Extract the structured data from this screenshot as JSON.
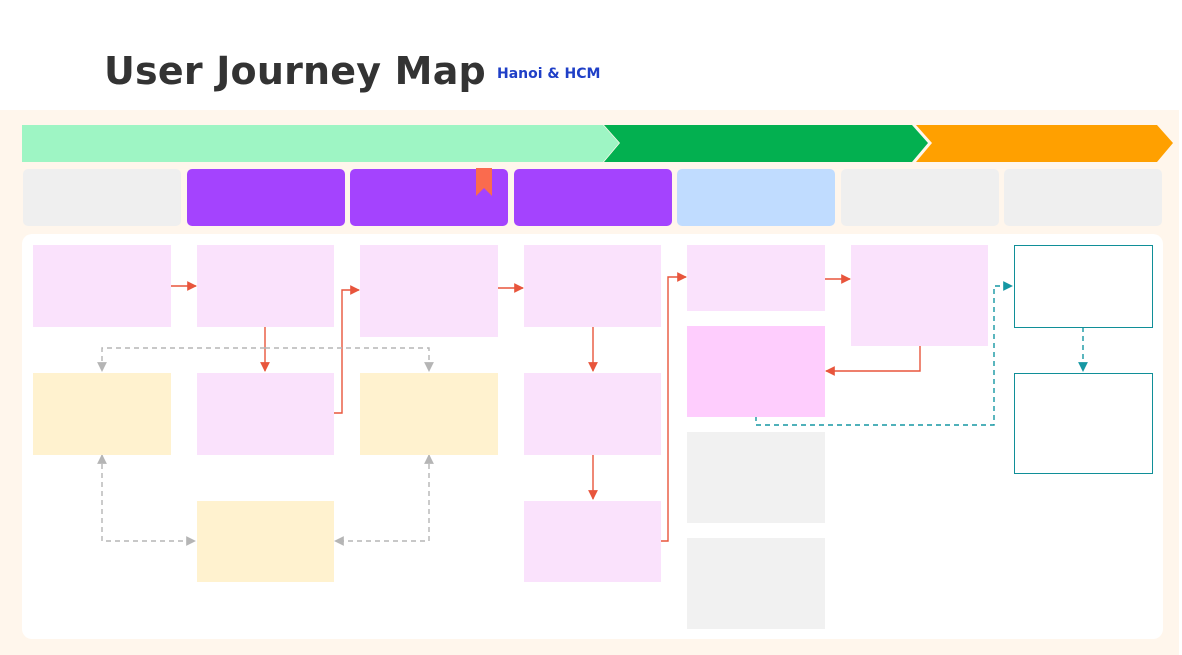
{
  "page": {
    "title": "User Journey Map",
    "subtitle": "Hanoi & HCM"
  },
  "colors": {
    "title": "#333333",
    "subtitle": "#1f3fc7",
    "board_background": "#fff6ec",
    "canvas": "#ffffff",
    "stage_1": "#9ef5c4",
    "stage_2": "#03b050",
    "stage_3": "#ffa000",
    "header_gray": "#efefef",
    "header_purple": "#a443fe",
    "header_blue": "#c0dcff",
    "note_pink": "#fae2fc",
    "note_magenta": "#fecdfd",
    "note_yellow": "#fff2cf",
    "note_gray": "#f1f1f1",
    "note_teal_border": "#108f98",
    "arrow_red": "#e8553c",
    "arrow_gray": "#b5b5b5",
    "arrow_teal": "#1597a3",
    "bookmark": "#fa6b4e"
  },
  "stages": [
    {
      "id": "stage-1",
      "color": "stage_1"
    },
    {
      "id": "stage-2",
      "color": "stage_2"
    },
    {
      "id": "stage-3",
      "color": "stage_3"
    }
  ],
  "header_cells": [
    {
      "id": "header-cell-1",
      "color": "header_gray"
    },
    {
      "id": "header-cell-2",
      "color": "header_purple"
    },
    {
      "id": "header-cell-3",
      "color": "header_purple",
      "icon": "bookmark-icon"
    },
    {
      "id": "header-cell-4",
      "color": "header_purple"
    },
    {
      "id": "header-cell-5",
      "color": "header_blue"
    },
    {
      "id": "header-cell-6",
      "color": "header_gray"
    },
    {
      "id": "header-cell-7",
      "color": "header_gray"
    }
  ],
  "notes": [
    {
      "id": "note-c1-r1",
      "color": "note_pink"
    },
    {
      "id": "note-c2-r1",
      "color": "note_pink"
    },
    {
      "id": "note-c3-r1",
      "color": "note_pink"
    },
    {
      "id": "note-c4-r1",
      "color": "note_pink"
    },
    {
      "id": "note-c5-r1",
      "color": "note_pink"
    },
    {
      "id": "note-c6-r1",
      "color": "note_pink"
    },
    {
      "id": "note-c7-r1",
      "color": "outline_teal"
    },
    {
      "id": "note-c1-r2",
      "color": "note_yellow"
    },
    {
      "id": "note-c2-r2",
      "color": "note_pink"
    },
    {
      "id": "note-c3-r2",
      "color": "note_yellow"
    },
    {
      "id": "note-c4-r2",
      "color": "note_pink"
    },
    {
      "id": "note-c5-r2",
      "color": "note_magenta"
    },
    {
      "id": "note-c7-r2",
      "color": "outline_teal"
    },
    {
      "id": "note-c5-r3",
      "color": "note_gray"
    },
    {
      "id": "note-c2-r3",
      "color": "note_yellow"
    },
    {
      "id": "note-c4-r3",
      "color": "note_pink"
    },
    {
      "id": "note-c5-r4",
      "color": "note_gray"
    }
  ],
  "connectors": [
    {
      "from": "note-c1-r1",
      "to": "note-c2-r1",
      "style": "solid",
      "color": "arrow_red"
    },
    {
      "from": "note-c2-r1",
      "to": "note-c2-r2",
      "style": "solid",
      "color": "arrow_red"
    },
    {
      "from": "note-c2-r2",
      "to": "note-c3-r1",
      "style": "solid",
      "color": "arrow_red"
    },
    {
      "from": "note-c3-r1",
      "to": "note-c4-r1",
      "style": "solid",
      "color": "arrow_red"
    },
    {
      "from": "note-c4-r1",
      "to": "note-c4-r2",
      "style": "solid",
      "color": "arrow_red"
    },
    {
      "from": "note-c4-r2",
      "to": "note-c4-r3",
      "style": "solid",
      "color": "arrow_red"
    },
    {
      "from": "note-c4-r3",
      "to": "note-c5-r1",
      "style": "solid",
      "color": "arrow_red"
    },
    {
      "from": "note-c5-r1",
      "to": "note-c6-r1",
      "style": "solid",
      "color": "arrow_red"
    },
    {
      "from": "note-c6-r1",
      "to": "note-c5-r2",
      "style": "solid",
      "color": "arrow_red"
    },
    {
      "from": "note-c2-r1",
      "to": "note-c1-r2",
      "style": "dashed",
      "color": "arrow_gray"
    },
    {
      "from": "note-c2-r1",
      "to": "note-c3-r2",
      "style": "dashed",
      "color": "arrow_gray"
    },
    {
      "from": "note-c1-r2",
      "to": "note-c2-r3",
      "style": "dashed-both",
      "color": "arrow_gray"
    },
    {
      "from": "note-c3-r2",
      "to": "note-c2-r3",
      "style": "dashed-both",
      "color": "arrow_gray"
    },
    {
      "from": "note-c5-r2",
      "to": "note-c7-r1",
      "style": "dashed",
      "color": "arrow_teal"
    },
    {
      "from": "note-c7-r1",
      "to": "note-c7-r2",
      "style": "dashed",
      "color": "arrow_teal"
    }
  ]
}
